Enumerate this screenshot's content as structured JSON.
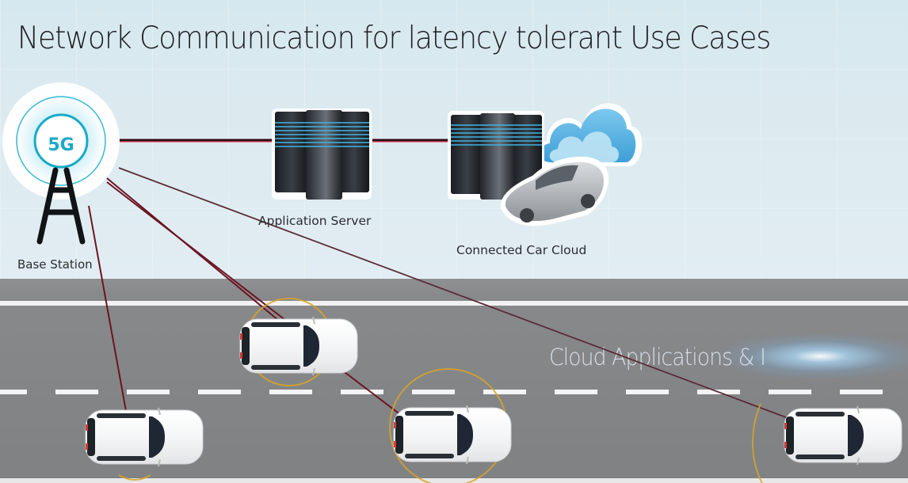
{
  "title": "Network Communication for latency tolerant Use Cases",
  "nodes": {
    "base_station": {
      "label": "Base Station",
      "badge": "5G",
      "icon": "cell-tower-icon"
    },
    "application_server": {
      "label": "Application Server",
      "icon": "server-rack-icon"
    },
    "connected_car_cloud": {
      "label": "Connected Car Cloud",
      "icon": "cloud-server-car-icon"
    }
  },
  "overlay_text": "Cloud Applications & I",
  "vehicles": [
    {
      "id": "car-1",
      "lane": "upper",
      "connected": true,
      "signal_ring": true
    },
    {
      "id": "car-2",
      "lane": "lower",
      "connected": true,
      "signal_ring": false
    },
    {
      "id": "car-3",
      "lane": "lower",
      "connected": true,
      "signal_ring": true
    },
    {
      "id": "car-4",
      "lane": "lower",
      "connected": true,
      "signal_ring": true
    }
  ],
  "colors": {
    "link_line": "#8a1a2c",
    "link_glow": "#e0324a",
    "signal_ring": "#d7a52a",
    "badge_cyan": "#19a9c6",
    "server_stripe": "#3fb4e6",
    "cloud_blue": "#4fb3e3",
    "road": "#86888a"
  }
}
